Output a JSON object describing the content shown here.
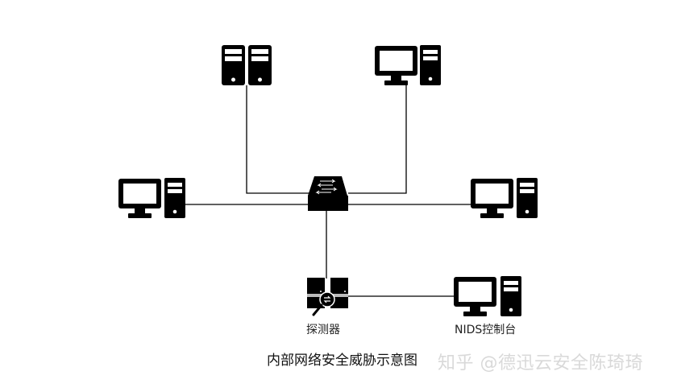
{
  "diagram": {
    "title": "内部网络安全威胁示意图",
    "watermark": "知乎 @德迅云安全陈琦琦",
    "nodes": [
      {
        "id": "server-top-left",
        "type": "server-pair",
        "label": ""
      },
      {
        "id": "pc-top-right",
        "type": "desktop",
        "label": ""
      },
      {
        "id": "pc-left",
        "type": "desktop",
        "label": ""
      },
      {
        "id": "pc-right",
        "type": "desktop",
        "label": ""
      },
      {
        "id": "switch",
        "type": "switch",
        "label": ""
      },
      {
        "id": "probe",
        "type": "probe",
        "label": "探测器"
      },
      {
        "id": "nids-console",
        "type": "desktop",
        "label": "NIDS控制台"
      }
    ],
    "edges": [
      {
        "from": "server-top-left",
        "to": "switch"
      },
      {
        "from": "pc-top-right",
        "to": "switch"
      },
      {
        "from": "pc-left",
        "to": "switch"
      },
      {
        "from": "pc-right",
        "to": "switch"
      },
      {
        "from": "switch",
        "to": "probe"
      },
      {
        "from": "probe",
        "to": "nids-console"
      }
    ],
    "colors": {
      "line": "#000000",
      "icon": "#000000",
      "watermark": "#d9d9d9"
    }
  }
}
